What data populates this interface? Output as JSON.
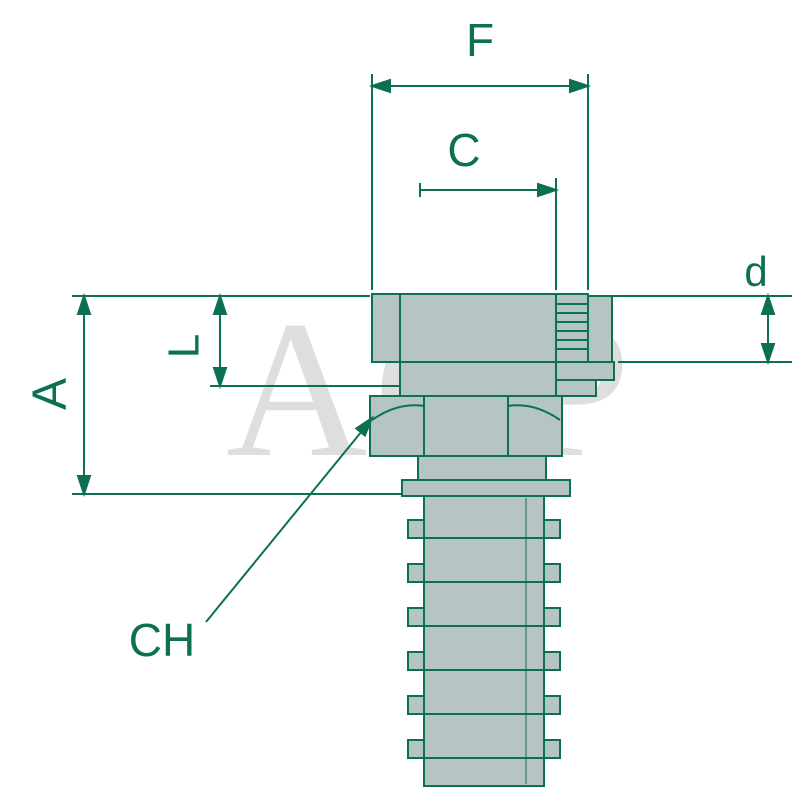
{
  "drawing": {
    "watermark": "AGP",
    "labels": {
      "F": "F",
      "C": "C",
      "d": "d",
      "A": "A",
      "L": "L",
      "CH": "CH"
    },
    "colors": {
      "dimension_lines": "#0b7054",
      "body_outline": "#0b7054",
      "body_fill": "#b5c5c4",
      "watermark": "#dedede",
      "background": "#ffffff"
    }
  }
}
